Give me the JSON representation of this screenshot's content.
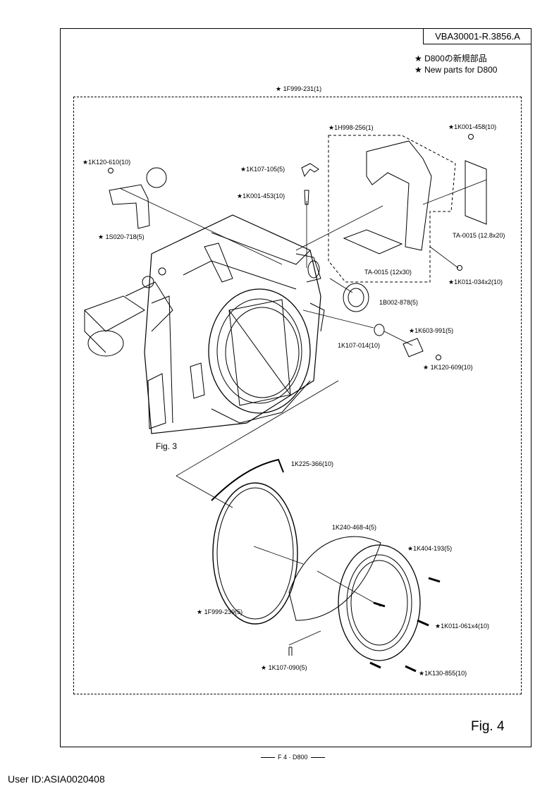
{
  "header": {
    "doc_id": "VBA30001-R.3856.A",
    "note_jp": "★ D800の新規部品",
    "note_en": "★ New parts for D800"
  },
  "parts": {
    "assembly": "★ 1F999-231(1)",
    "p_1k120_610": "★1K120-610(10)",
    "p_1k107_105": "★1K107-105(5)",
    "p_1k001_453": "★1K001-453(10)",
    "p_1s020_718": "★ 1S020-718(5)",
    "p_1h998_256": "★1H998-256(1)",
    "p_1k001_458": "★1K001-458(10)",
    "p_ta0015_a": "TA-0015 (12.8x20)",
    "p_ta0015_b": "TA-0015 (12x30)",
    "p_1k011_034": "★1K011-034x2(10)",
    "p_1b002_878": "1B002-878(5)",
    "p_1k603_991": "★1K603-991(5)",
    "p_1k107_014": "1K107-014(10)",
    "p_1k120_609": "★ 1K120-609(10)",
    "p_1k225_366": "1K225-366(10)",
    "p_1k240_468": "1K240-468-4(5)",
    "p_1k404_193": "★1K404-193(5)",
    "p_1f999_239": "★ 1F999-239(5)",
    "p_1k011_061": "★1K011-061x4(10)",
    "p_1k107_090": "★ 1K107-090(5)",
    "p_1k130_855": "★1K130-855(10)"
  },
  "figures": {
    "fig3": "Fig. 3",
    "fig4": "Fig. 4"
  },
  "footer": {
    "page": "F 4 · D800",
    "user_id": "User ID:ASIA0020408"
  }
}
